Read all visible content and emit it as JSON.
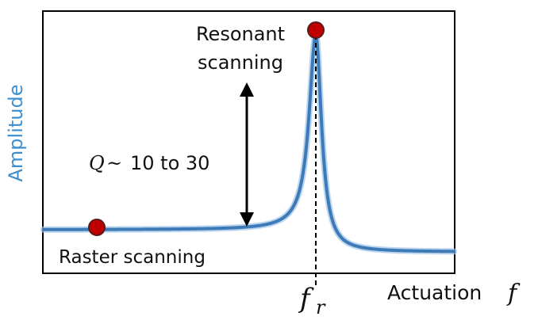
{
  "labels": {
    "y_axis": "Amplitude",
    "x_axis": "Actuation",
    "x_axis_symbol": "f",
    "resonance_symbol": "f",
    "resonance_subscript": "r",
    "resonant_line1": "Resonant",
    "resonant_line2": "scanning",
    "raster": "Raster scanning",
    "q_symbol": "Q",
    "q_tilde": "~",
    "q_range": "10 to 30"
  },
  "colors": {
    "curve": "#3d7ab8",
    "y_label": "#3b8fd0",
    "marker_fill": "#c00000",
    "marker_stroke": "#5a1a1a",
    "frame": "#000000",
    "arrow": "#000000"
  },
  "curve": {
    "type": "resonance",
    "baseline_amplitude": 1,
    "high_frequency_amplitude": 0.4
  }
}
